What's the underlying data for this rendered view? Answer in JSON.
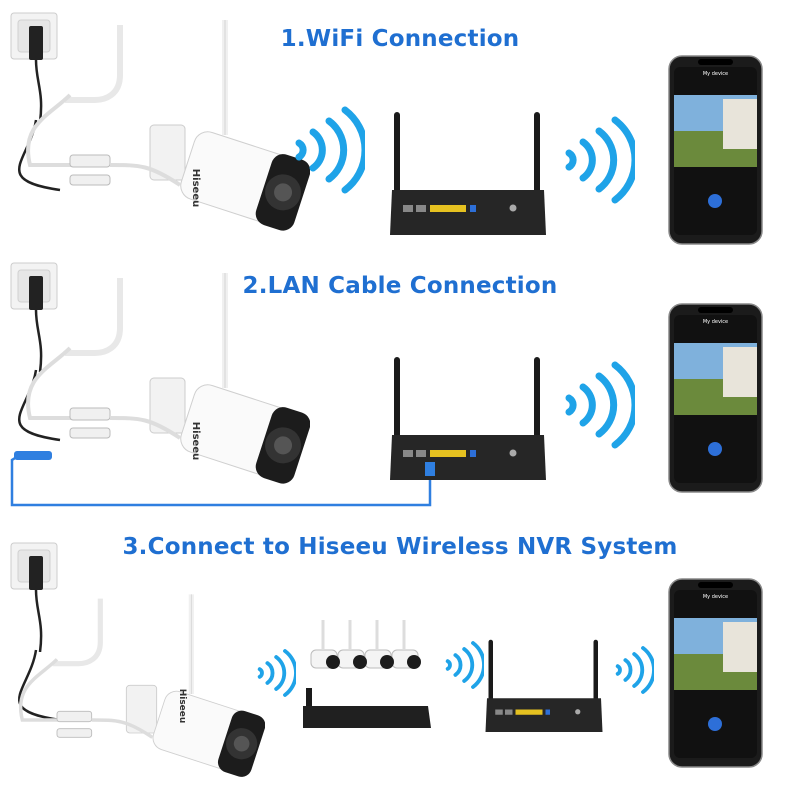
{
  "sections": [
    {
      "title": "1.WiFi Connection"
    },
    {
      "title": "2.LAN Cable Connection"
    },
    {
      "title": "3.Connect to Hiseeu Wireless NVR System"
    }
  ],
  "camera": {
    "brand": "Hiseeu"
  },
  "phone": {
    "screen_title": "My device"
  },
  "colors": {
    "title": "#1f6fd1",
    "wifi_waves": "#1fa3e8",
    "lan_cable": "#2f7fe0",
    "router": "#222222"
  }
}
